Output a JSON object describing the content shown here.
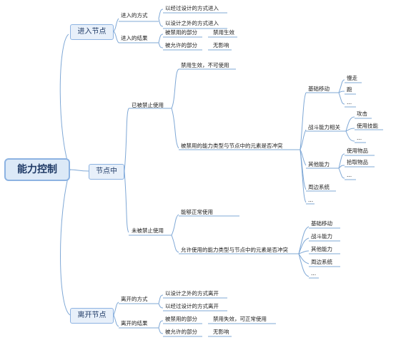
{
  "root": "能力控制",
  "enter": {
    "label": "进入节点",
    "mode": "进入的方式",
    "mode_items": [
      "以经过设计的方式进入",
      "以设计之外的方式进入"
    ],
    "result": "进入的结果",
    "banned": "被禁用的部分",
    "banned_effect": "禁用生效",
    "allowed": "被允许的部分",
    "allowed_effect": "无影响"
  },
  "in": {
    "label": "节点中",
    "disabled": "已被禁止使用",
    "disabled_note": "禁用生效，不可使用",
    "conflict": "被禁用的能力类型与节点中的元素是否冲突",
    "basic": "基础移动",
    "basic_items": [
      "慢走",
      "跑",
      "..."
    ],
    "combat": "战斗能力相关",
    "combat_items": [
      "攻击",
      "使用技能",
      "..."
    ],
    "other": "其他能力",
    "other_items": [
      "使用物品",
      "拾取物品",
      "..."
    ],
    "peripheral": "周边系统",
    "more": "...",
    "enabled": "未被禁止使用",
    "enabled_note": "能够正常使用",
    "allowed_conflict": "允许使用的能力类型与节点中的元素是否冲突",
    "allowed_items": [
      "基础移动",
      "战斗能力",
      "其他能力",
      "周边系统",
      "..."
    ]
  },
  "leave": {
    "label": "离开节点",
    "mode": "离开的方式",
    "mode_items": [
      "以设计之外的方式离开",
      "以经过设计的方式离开"
    ],
    "result": "离开的结果",
    "banned": "被禁用的部分",
    "banned_effect": "禁用失效，可正常使用",
    "allowed": "被允许的部分",
    "allowed_effect": "无影响"
  },
  "colors": {
    "line": "#7fa8d6",
    "main_border": "#8db3e2",
    "main_fill": "#e8f0fa"
  }
}
